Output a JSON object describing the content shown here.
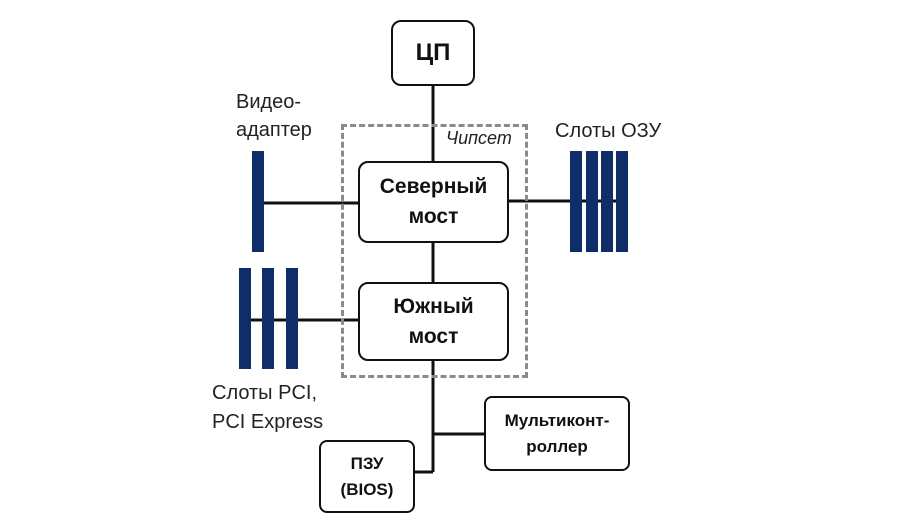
{
  "diagram": {
    "cpu": "ЦП",
    "chipset_label": "Чипсет",
    "northbridge": {
      "line1": "Северный",
      "line2": "мост"
    },
    "southbridge": {
      "line1": "Южный",
      "line2": "мост"
    },
    "video": {
      "line1": "Видео-",
      "line2": "адаптер"
    },
    "ram_slots": "Слоты ОЗУ",
    "pci_slots": {
      "line1": "Слоты PCI,",
      "line2": "PCI Express"
    },
    "multicontroller": {
      "line1": "Мультиконт-",
      "line2": "роллер"
    },
    "rom": {
      "line1": "ПЗУ",
      "line2": "(BIOS)"
    }
  },
  "colors": {
    "slot": "#0f2d69",
    "line": "#111111",
    "chipset_border": "#8a8a8a"
  }
}
